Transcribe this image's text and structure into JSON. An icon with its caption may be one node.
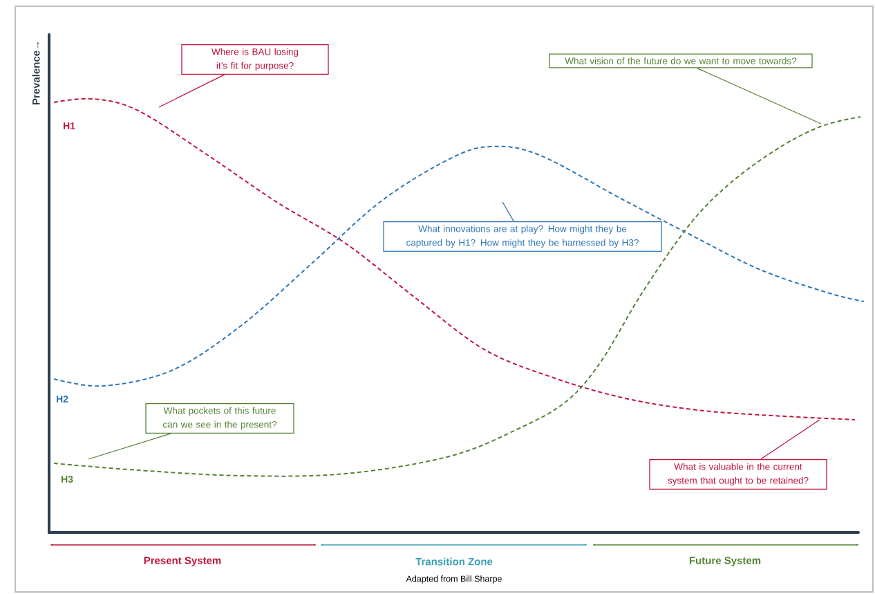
{
  "diagram": {
    "caption": "Adapted from Bill Sharpe",
    "nodes": [
      {
        "text": [
          "Where is BAU losing it’s fit for purpose?"
        ]
      },
      {
        "text": [
          "What vision of the future do we want to move towards?"
        ]
      },
      {
        "text": [
          "What innovations are at play? How might they be captured by H1? How might they be harnessed by H3?"
        ]
      },
      {
        "text": [
          "What pockets of this future can we see in the present?"
        ]
      },
      {
        "text": [
          "What is valuable in the current system that ought to be retained?"
        ]
      }
    ],
    "edges": [
      {
        "from": 0,
        "to": null,
        "arrow": "none",
        "color": "#c0143c"
      },
      {
        "from": 1,
        "to": null,
        "arrow": "none",
        "color": "#548235"
      },
      {
        "from": 2,
        "to": null,
        "arrow": "none",
        "color": "#2e75b6"
      },
      {
        "from": 3,
        "to": null,
        "arrow": "none",
        "color": "#548235"
      },
      {
        "from": 4,
        "to": null,
        "arrow": "none",
        "color": "#c0143c"
      }
    ],
    "labels": [
      "Prevalence→",
      "H1",
      "H2",
      "H3",
      "Present System",
      "Transition Zone",
      "Future System"
    ]
  }
}
